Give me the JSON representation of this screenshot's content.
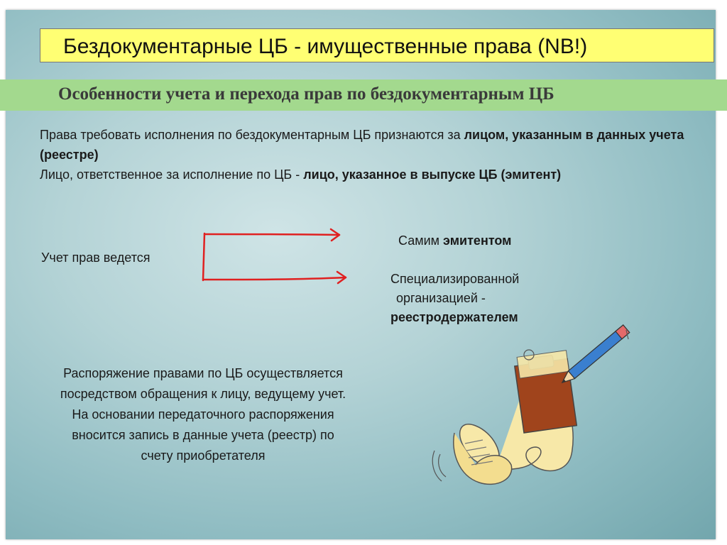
{
  "title": "Бездокументарные ЦБ - имущественные права (NB!)",
  "subtitle": "Особенности учета и  перехода прав по бездокументарным ЦБ",
  "paragraph": {
    "p1_text": "Права требовать исполнения по бездокументарным ЦБ признаются за ",
    "p1_bold": "лицом, указанным в данных учета (реестре)",
    "p2_text": "Лицо, ответственное за исполнение по ЦБ - ",
    "p2_bold": "лицо, указанное в выпуске ЦБ (эмитент)"
  },
  "diagram": {
    "label": "Учет прав ведется",
    "option1_text": "Самим ",
    "option1_bold": "эмитентом",
    "option2_line1": "Специализированной",
    "option2_line2": "организацией -",
    "option2_bold": "реестродержателем"
  },
  "bottom_text": "Распоряжение правами по ЦБ осуществляется посредством обращения к лицу, ведущему учет. На основании передаточного распоряжения вносится запись в данные учета (реестр) по счету приобретателя",
  "colors": {
    "title_bg": "#ffff73",
    "subtitle_bg": "#a3d98e",
    "arrow": "#e02020",
    "slide_bg": "#9cc6cb"
  },
  "icons": {
    "clipart": "clipboard-scroll-pencil-illustration"
  }
}
